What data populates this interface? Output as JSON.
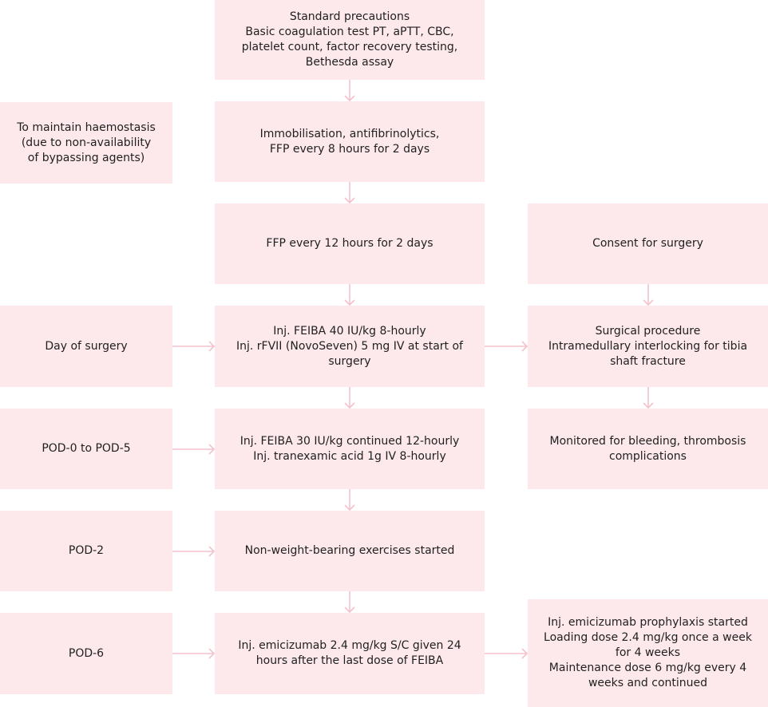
{
  "colors": {
    "box_fill": "#fde9ec",
    "arrow": "#f3c2cb",
    "text": "#1f1f1f"
  },
  "boxes": {
    "precautions": [
      "Standard precautions",
      "Basic coagulation test PT, aPTT, CBC,",
      "platelet count, factor recovery testing,",
      "Bethesda assay"
    ],
    "maintain": [
      "To maintain haemostasis",
      "(due to non-availability",
      "of bypassing agents)"
    ],
    "immobilisation": [
      "Immobilisation, antifibrinolytics,",
      "FFP every 8 hours for 2 days"
    ],
    "ffp12": [
      "FFP every 12 hours for 2 days"
    ],
    "consent": [
      "Consent for surgery"
    ],
    "day_of_surgery": [
      "Day of surgery"
    ],
    "feiba40": [
      "Inj. FEIBA 40 IU/kg 8-hourly",
      "Inj. rFVII (NovoSeven) 5 mg IV at start of",
      "surgery"
    ],
    "surgical": [
      "Surgical procedure",
      "Intramedullary interlocking for tibia",
      "shaft fracture"
    ],
    "pod0_5": [
      "POD-0 to POD-5"
    ],
    "feiba30": [
      "Inj. FEIBA 30 IU/kg continued 12-hourly",
      "Inj. tranexamic acid 1g IV 8-hourly"
    ],
    "monitored": [
      "Monitored for bleeding, thrombosis",
      "complications"
    ],
    "pod2": [
      "POD-2"
    ],
    "nonweight": [
      "Non-weight-bearing exercises started"
    ],
    "pod6": [
      "POD-6"
    ],
    "emici24": [
      "Inj. emicizumab 2.4 mg/kg S/C given 24",
      "hours after the last dose of FEIBA"
    ],
    "prophylaxis": [
      "Inj. emicizumab prophylaxis started",
      "Loading dose 2.4 mg/kg once a week",
      "for 4 weeks",
      "Maintenance dose 6 mg/kg every 4",
      "weeks and continued"
    ]
  }
}
